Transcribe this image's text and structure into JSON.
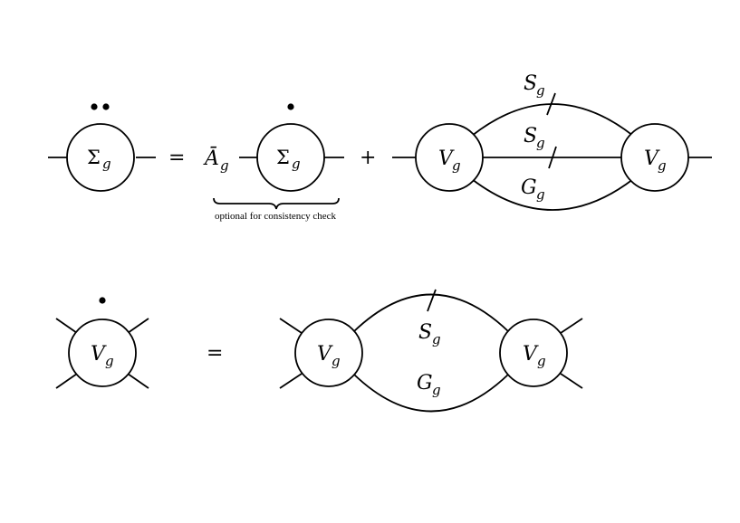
{
  "equation1": {
    "lhs_symbol": "Σ",
    "lhs_sub": "g",
    "equals": "=",
    "term1_prefix": "Ā",
    "term1_prefix_sub": "g",
    "term1_symbol": "Σ",
    "term1_sub": "g",
    "plus": "+",
    "term1_brace_note": "optional for consistency check",
    "term2_left_vertex": "V",
    "term2_left_vertex_sub": "g",
    "term2_right_vertex": "V",
    "term2_right_vertex_sub": "g",
    "term2_top_label": "S",
    "term2_top_label_sub": "g",
    "term2_mid_label": "S",
    "term2_mid_label_sub": "g",
    "term2_bottom_label": "G",
    "term2_bottom_label_sub": "g"
  },
  "equation2": {
    "lhs_symbol": "V",
    "lhs_sub": "g",
    "equals": "=",
    "rhs_left_vertex": "V",
    "rhs_left_vertex_sub": "g",
    "rhs_right_vertex": "V",
    "rhs_right_vertex_sub": "g",
    "rhs_top_label": "S",
    "rhs_top_label_sub": "g",
    "rhs_bottom_label": "G",
    "rhs_bottom_label_sub": "g"
  }
}
